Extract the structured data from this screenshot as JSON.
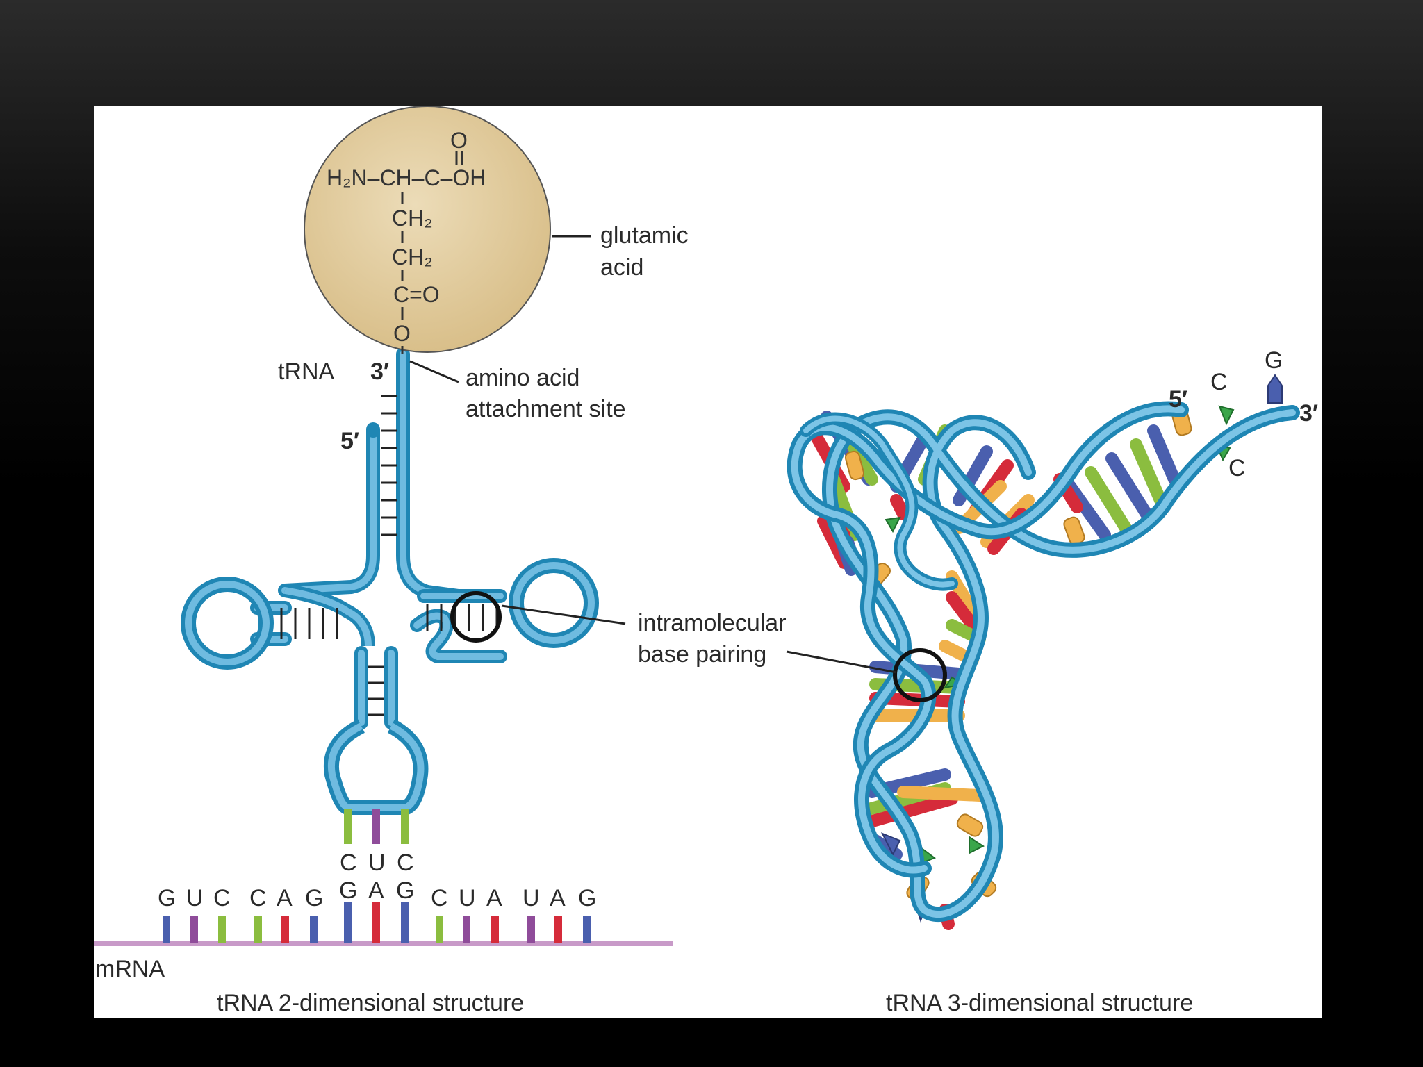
{
  "labels": {
    "glutamic_acid": [
      "glutamic",
      "acid"
    ],
    "trna": "tRNA",
    "amino_attach": [
      "amino acid",
      "attachment site"
    ],
    "intramolecular": [
      "intramolecular",
      "base pairing"
    ],
    "mrna": "mRNA",
    "caption_2d": "tRNA 2-dimensional structure",
    "caption_3d": "tRNA 3-dimensional structure",
    "prime_3_left": "3′",
    "prime_5_left": "5′",
    "prime_5_right": "5′",
    "prime_3_right": "3′"
  },
  "chemistry": {
    "top_o": "O",
    "main_chain": "H₂N–CH–C–OH",
    "ch2_a": "CH₂",
    "ch2_b": "CH₂",
    "carbonyl": "C=O",
    "ester_o": "O"
  },
  "anticodon": [
    "C",
    "U",
    "C"
  ],
  "codon": [
    "G",
    "A",
    "G"
  ],
  "mrna_left": [
    "G",
    "U",
    "C",
    "C",
    "A",
    "G"
  ],
  "mrna_right": [
    "C",
    "U",
    "A",
    "U",
    "A",
    "G"
  ],
  "cca_3d": [
    "C",
    "C",
    "G"
  ],
  "colors": {
    "G": "#4a5fae",
    "C": "#8bbd3f",
    "U": "#8f4c9a",
    "A": "#d52b3a",
    "trna_stroke": "#1f86b4",
    "trna_fill": "#5fb2d6",
    "amino_ball": "#e2cc9d",
    "mrna_line": "#c89ac8"
  }
}
